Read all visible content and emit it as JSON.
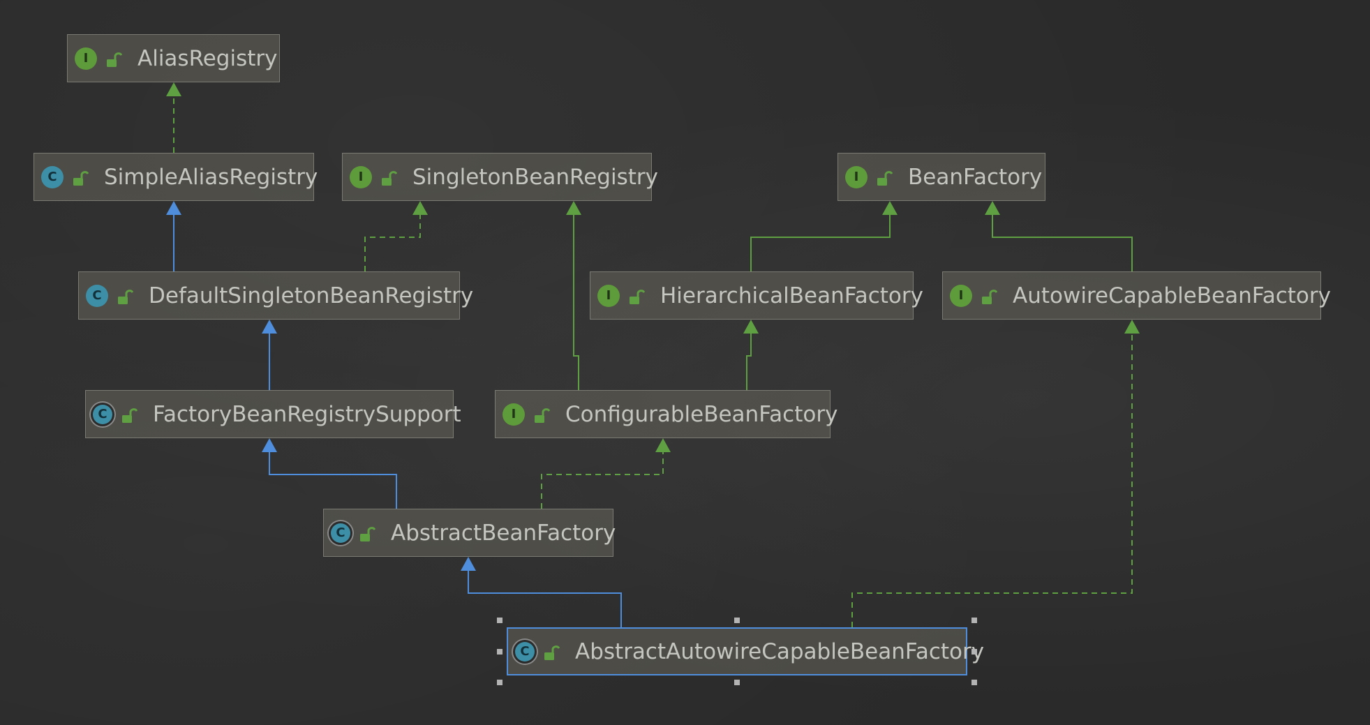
{
  "diagram": {
    "nodes": [
      {
        "id": "AliasRegistry",
        "label": "AliasRegistry",
        "kind": "interface",
        "kind_glyph": "I"
      },
      {
        "id": "SimpleAliasRegistry",
        "label": "SimpleAliasRegistry",
        "kind": "class",
        "kind_glyph": "C"
      },
      {
        "id": "SingletonBeanRegistry",
        "label": "SingletonBeanRegistry",
        "kind": "interface",
        "kind_glyph": "I"
      },
      {
        "id": "BeanFactory",
        "label": "BeanFactory",
        "kind": "interface",
        "kind_glyph": "I"
      },
      {
        "id": "DefaultSingletonBeanRegistry",
        "label": "DefaultSingletonBeanRegistry",
        "kind": "class",
        "kind_glyph": "C"
      },
      {
        "id": "HierarchicalBeanFactory",
        "label": "HierarchicalBeanFactory",
        "kind": "interface",
        "kind_glyph": "I"
      },
      {
        "id": "AutowireCapableBeanFactory",
        "label": "AutowireCapableBeanFactory",
        "kind": "interface",
        "kind_glyph": "I"
      },
      {
        "id": "FactoryBeanRegistrySupport",
        "label": "FactoryBeanRegistrySupport",
        "kind": "abstract",
        "kind_glyph": "C"
      },
      {
        "id": "ConfigurableBeanFactory",
        "label": "ConfigurableBeanFactory",
        "kind": "interface",
        "kind_glyph": "I"
      },
      {
        "id": "AbstractBeanFactory",
        "label": "AbstractBeanFactory",
        "kind": "abstract",
        "kind_glyph": "C"
      },
      {
        "id": "AbstractAutowireCapableBeanFactory",
        "label": "AbstractAutowireCapableBeanFactory",
        "kind": "abstract",
        "kind_glyph": "C",
        "selected": true
      }
    ],
    "edges": [
      {
        "from": "SimpleAliasRegistry",
        "to": "AliasRegistry",
        "type": "implements"
      },
      {
        "from": "DefaultSingletonBeanRegistry",
        "to": "SimpleAliasRegistry",
        "type": "extends"
      },
      {
        "from": "DefaultSingletonBeanRegistry",
        "to": "SingletonBeanRegistry",
        "type": "implements"
      },
      {
        "from": "FactoryBeanRegistrySupport",
        "to": "DefaultSingletonBeanRegistry",
        "type": "extends"
      },
      {
        "from": "AbstractBeanFactory",
        "to": "FactoryBeanRegistrySupport",
        "type": "extends"
      },
      {
        "from": "AbstractBeanFactory",
        "to": "ConfigurableBeanFactory",
        "type": "implements"
      },
      {
        "from": "ConfigurableBeanFactory",
        "to": "SingletonBeanRegistry",
        "type": "interface-extends"
      },
      {
        "from": "ConfigurableBeanFactory",
        "to": "HierarchicalBeanFactory",
        "type": "interface-extends"
      },
      {
        "from": "HierarchicalBeanFactory",
        "to": "BeanFactory",
        "type": "interface-extends"
      },
      {
        "from": "AutowireCapableBeanFactory",
        "to": "BeanFactory",
        "type": "interface-extends"
      },
      {
        "from": "AbstractAutowireCapableBeanFactory",
        "to": "AbstractBeanFactory",
        "type": "extends"
      },
      {
        "from": "AbstractAutowireCapableBeanFactory",
        "to": "AutowireCapableBeanFactory",
        "type": "implements"
      }
    ],
    "colors": {
      "extends": "#4f8edc",
      "implements": "#5fa042",
      "interface_extends": "#5fa042",
      "selection": "#4f8edc",
      "node_border": "#7b7b73",
      "text": "#c5c6c0"
    }
  }
}
